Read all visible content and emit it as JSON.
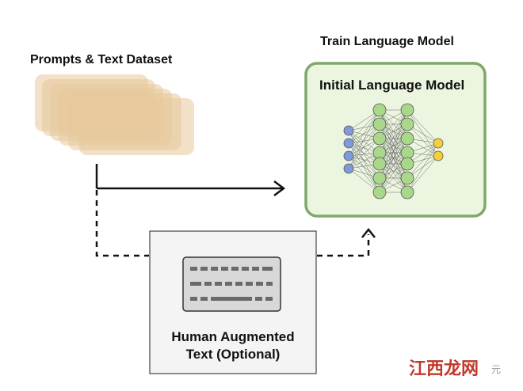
{
  "labels": {
    "prompts_dataset": "Prompts & Text Dataset",
    "train_lm": "Train Language Model",
    "initial_lm": "Initial Language Model",
    "human_text_line1": "Human Augmented",
    "human_text_line2": "Text (Optional)"
  },
  "watermark": {
    "main": "江西龙网",
    "suffix": "元"
  },
  "colors": {
    "dataset_fill": "#e8c99a",
    "model_box_fill": "#ecf5df",
    "model_box_border": "#7fa86a",
    "node_green": "#a9d88a",
    "node_blue": "#7f9ad8",
    "node_yellow": "#f3cf3a",
    "human_box_fill": "#f4f4f4",
    "human_box_border": "#444444"
  },
  "icons": {
    "keyboard": "keyboard-icon",
    "arrow": "arrow-right-icon",
    "arrow_up": "arrow-up-icon"
  }
}
